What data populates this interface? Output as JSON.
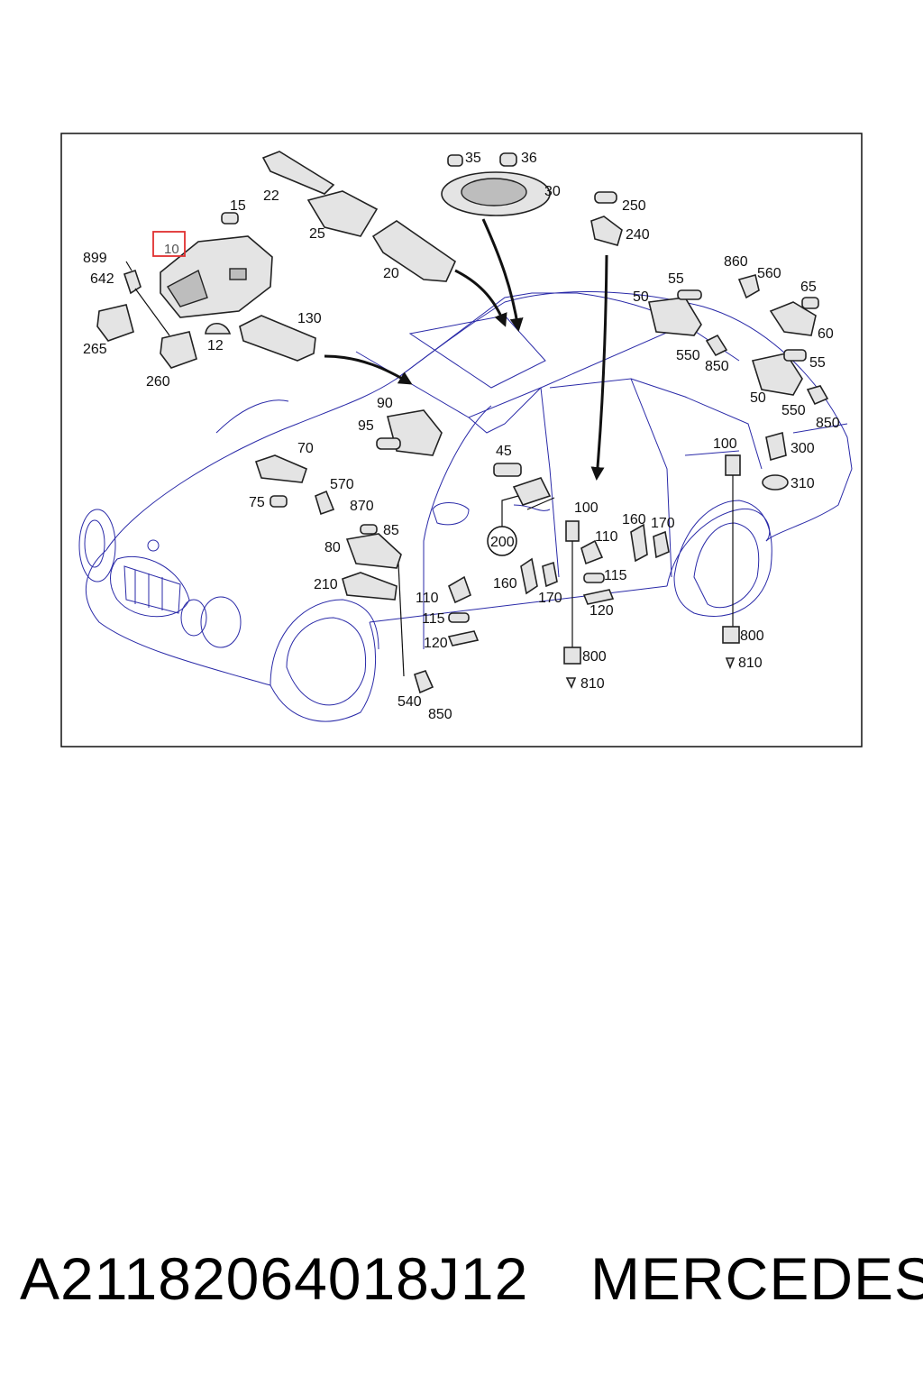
{
  "diagram": {
    "highlighted_label": "10",
    "labels": [
      "15",
      "22",
      "25",
      "20",
      "35",
      "36",
      "30",
      "250",
      "240",
      "899",
      "642",
      "265",
      "260",
      "12",
      "130",
      "55",
      "860",
      "560",
      "65",
      "50",
      "60",
      "550",
      "850",
      "55",
      "50",
      "550",
      "850",
      "90",
      "95",
      "70",
      "570",
      "870",
      "75",
      "85",
      "80",
      "210",
      "45",
      "200",
      "100",
      "110",
      "160",
      "170",
      "115",
      "120",
      "110",
      "115",
      "120",
      "160",
      "170",
      "800",
      "810",
      "100",
      "300",
      "310",
      "800",
      "810",
      "540",
      "850"
    ]
  },
  "caption": {
    "part_number": "A21182064018J12",
    "brand": "MERCEDES"
  }
}
